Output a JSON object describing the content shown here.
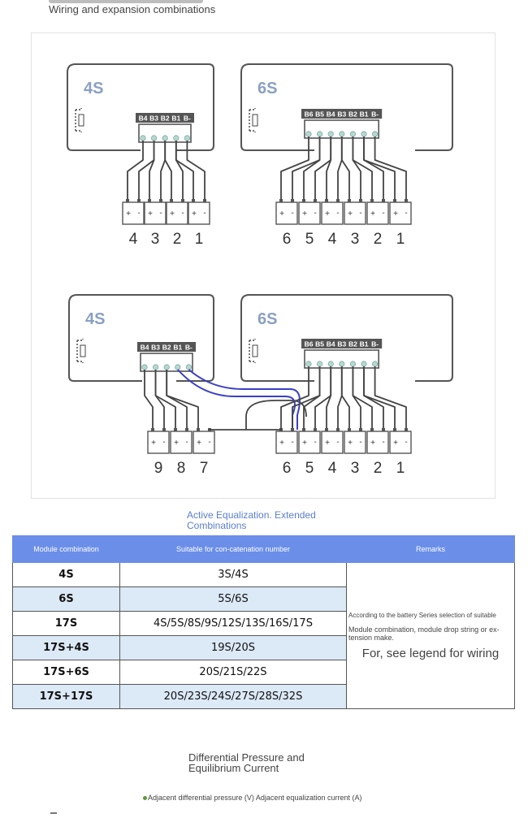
{
  "caption_top": "Wiring and expansion combinations",
  "diagram": {
    "top_left_label": "4S",
    "top_right_label": "6S",
    "bottom_left_label": "4S",
    "bottom_right_label": "6S",
    "pins_4s": [
      "B4",
      "B3",
      "B2",
      "B1",
      "B-"
    ],
    "pins_6s": [
      "B6",
      "B5",
      "B4",
      "B3",
      "B2",
      "B1",
      "B-"
    ],
    "top_left_numbers": [
      "4",
      "3",
      "2",
      "1"
    ],
    "top_right_numbers": [
      "6",
      "5",
      "4",
      "3",
      "2",
      "1"
    ],
    "bottom_left_numbers": [
      "9",
      "8",
      "7"
    ],
    "bottom_right_numbers": [
      "6",
      "5",
      "4",
      "3",
      "2",
      "1"
    ],
    "battery_plus": "+",
    "battery_minus": "-"
  },
  "active_title": "Active Equalization. Extended Combinations",
  "table": {
    "headers": [
      "Module combination",
      "Suitable for con-catenation number",
      "Remarks"
    ],
    "rows": [
      {
        "module": "4S",
        "suitable": "3S/4S"
      },
      {
        "module": "6S",
        "suitable": "5S/6S"
      },
      {
        "module": "17S",
        "suitable": "4S/5S/8S/9S/12S/13S/16S/17S"
      },
      {
        "module": "17S+4S",
        "suitable": "19S/20S"
      },
      {
        "module": "17S+6S",
        "suitable": "20S/21S/22S"
      },
      {
        "module": "17S+17S",
        "suitable": "20S/23S/24S/27S/28S/32S"
      }
    ],
    "remarks": {
      "line1": "According to the battery Series selection of suitable",
      "line2": "Module combination, module drop string or ex-tension make.",
      "line3": "For, see legend for wiring"
    }
  },
  "diff_title": "Differential Pressure and Equilibrium Current",
  "bullet": "Adjacent differential pressure (V) Adjacent equalization current (A)",
  "colors": {
    "header_blue": "#6b8ee8",
    "alt_row": "#dce9f7",
    "title_blue": "#5a7fd0",
    "wire_blue": "#3a3fc8"
  }
}
